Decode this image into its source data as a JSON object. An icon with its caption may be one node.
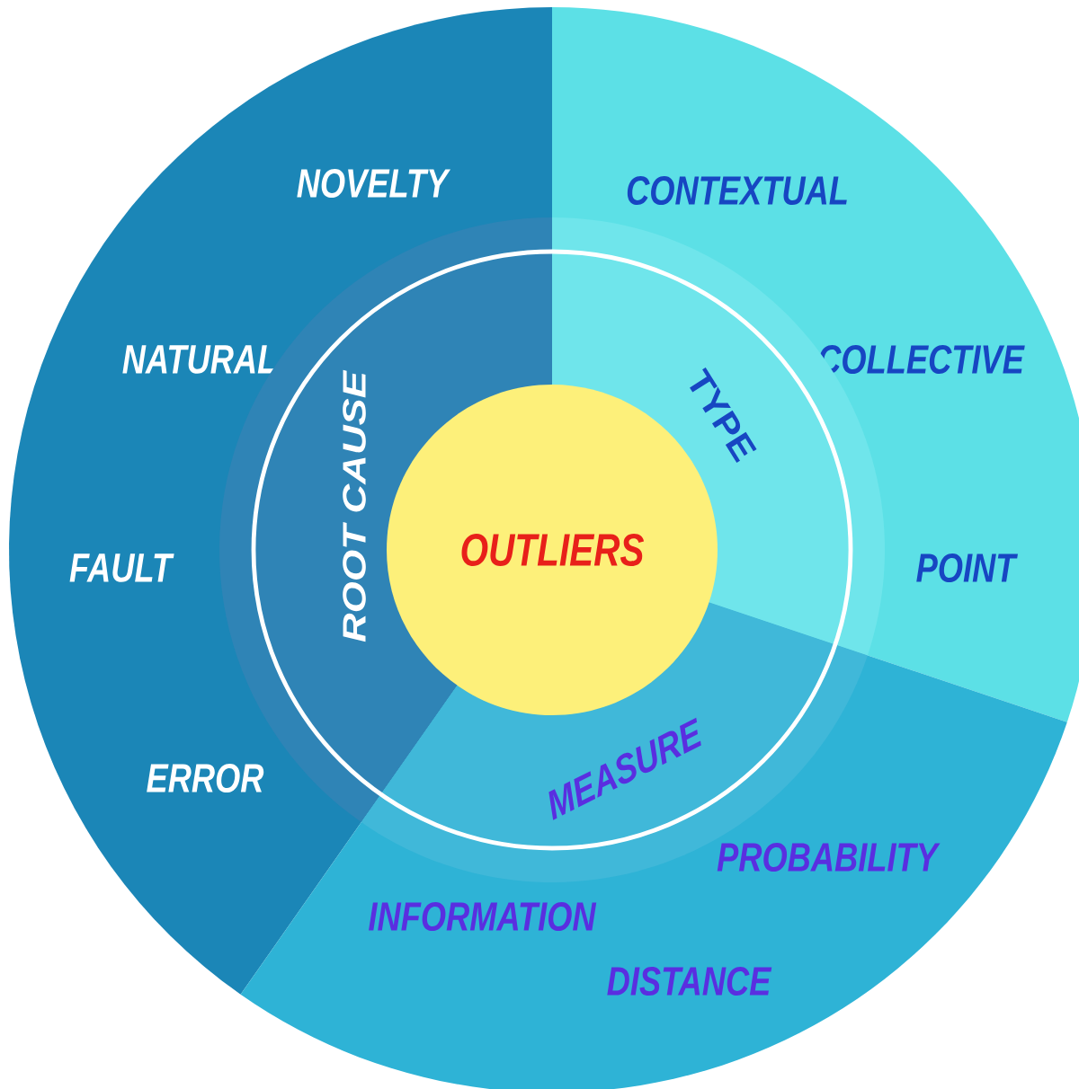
{
  "diagram": {
    "nodes": [
      {
        "text": [
          "OUTLIERS"
        ]
      },
      {
        "text": [
          "ROOT CAUSE"
        ],
        "in": 4
      },
      {
        "text": [
          "TYPE"
        ],
        "in": 5
      },
      {
        "text": [
          "MEASURE"
        ],
        "in": 6
      },
      {
        "text": [
          "NOVELTY",
          "NATURAL",
          "FAULT",
          "ERROR"
        ]
      },
      {
        "text": [
          "CONTEXTUAL",
          "COLLECTIVE",
          "POINT"
        ]
      },
      {
        "text": [
          "PROBABILITY",
          "INFORMATION",
          "DISTANCE"
        ]
      }
    ]
  }
}
